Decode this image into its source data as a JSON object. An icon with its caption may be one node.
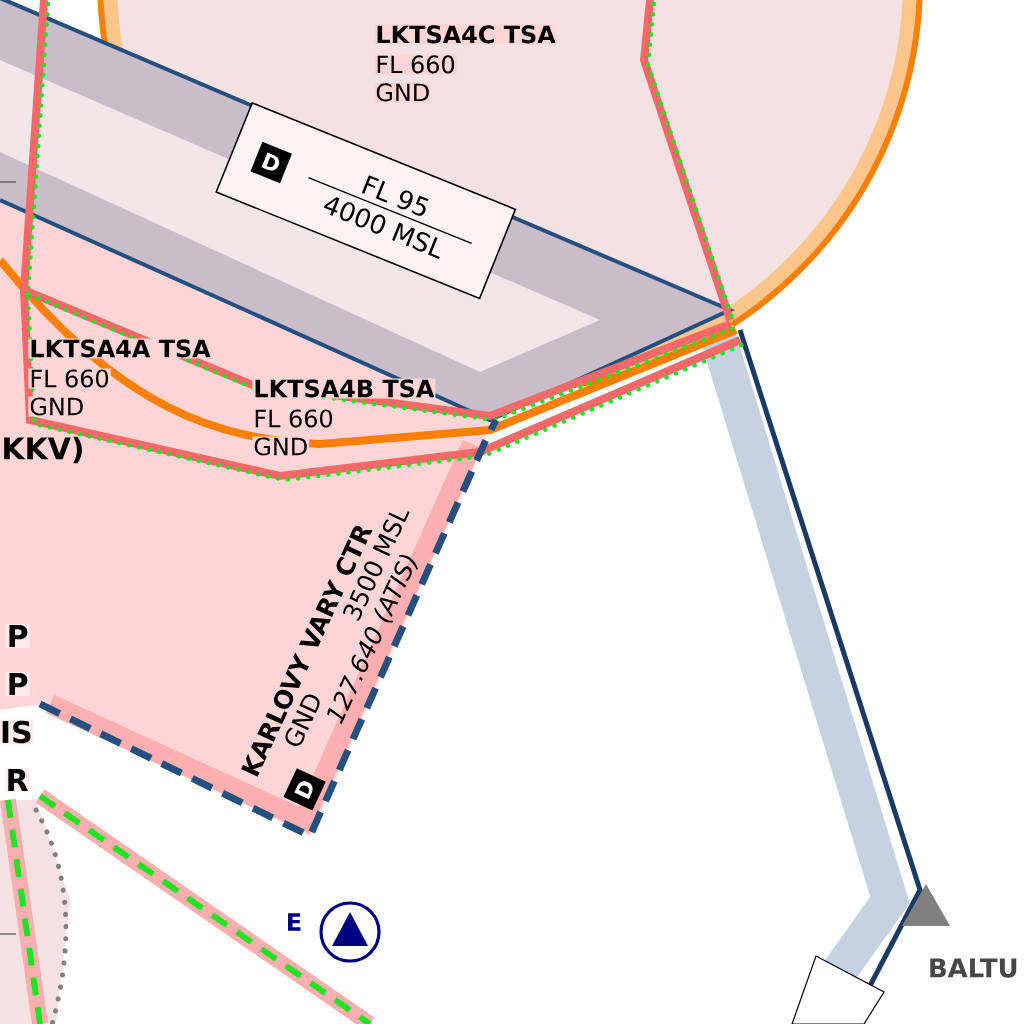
{
  "diagram": {
    "labels": [
      "LKTSA4C TSA",
      "FL 660",
      "GND",
      "D",
      "FL 95",
      "4000 MSL",
      "LKTSA4A TSA",
      "FL 660",
      "GND",
      "KKV)",
      "LKTSA4B TSA",
      "FL 660",
      "GND",
      "P",
      "P",
      "IS",
      "R",
      "KARLOVY VARY CTR",
      "GND",
      "3500 MSL",
      "127.640 (ATIS)",
      "D",
      "E",
      "BALTU"
    ]
  }
}
